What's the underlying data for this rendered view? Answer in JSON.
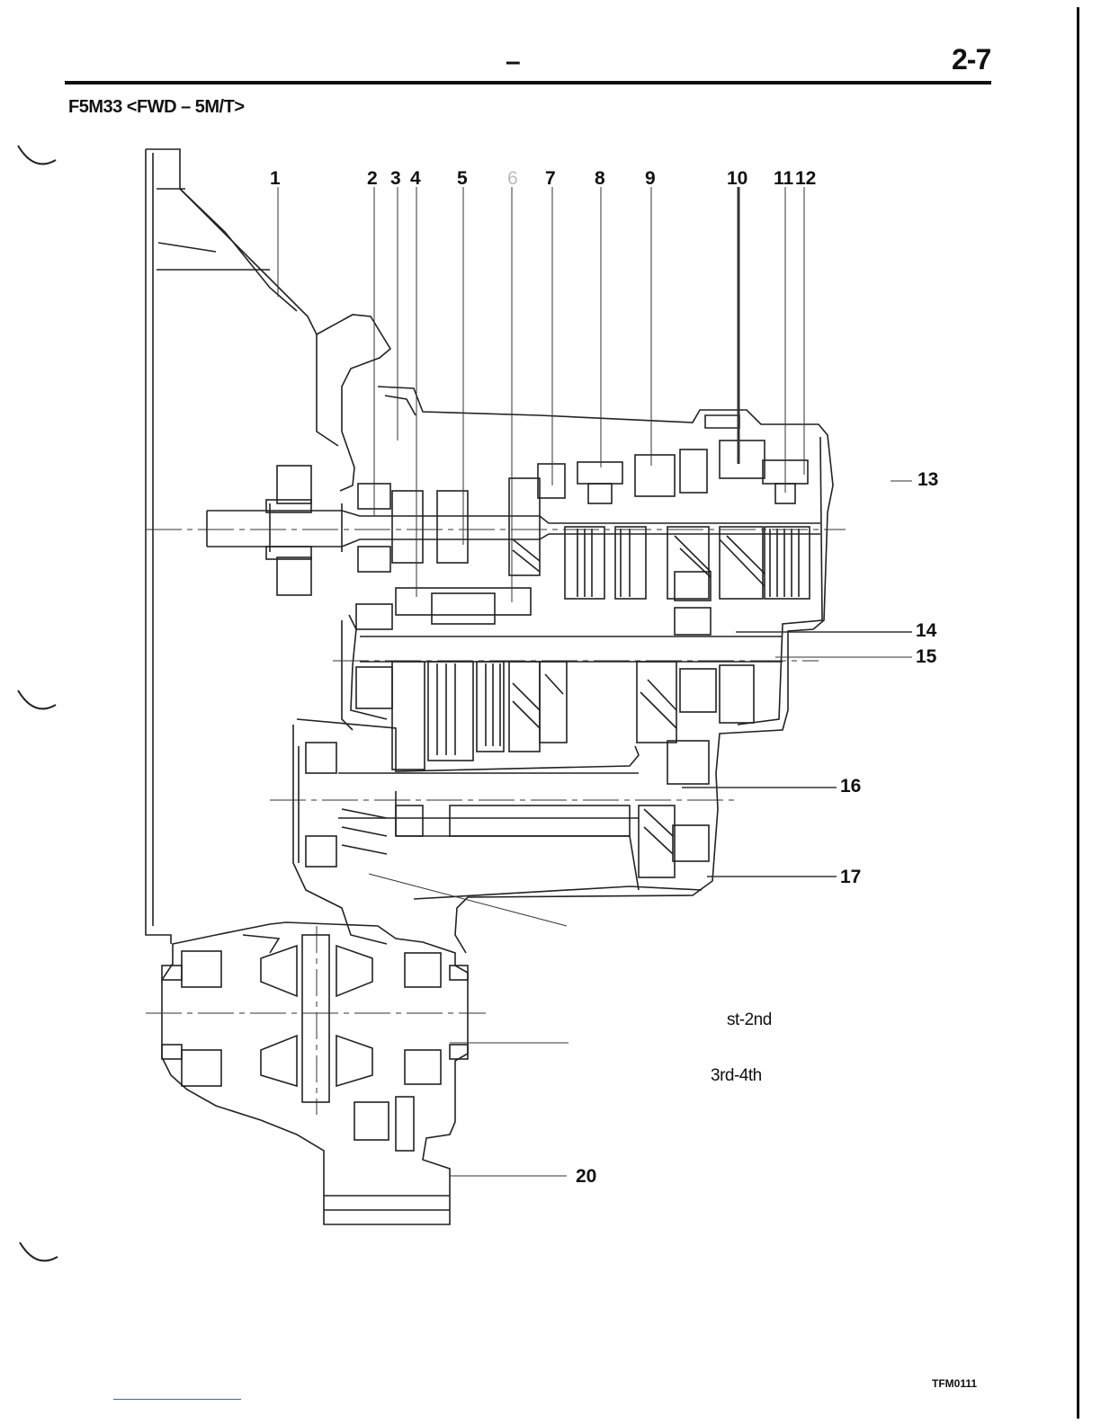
{
  "header": {
    "dash": "–",
    "page_number": "2-7"
  },
  "model_label": "F5M33 <FWD – 5M/T>",
  "callouts": {
    "c1": "1",
    "c2": "2",
    "c3": "3",
    "c4": "4",
    "c5": "5",
    "c6": "6",
    "c7": "7",
    "c8": "8",
    "c9": "9",
    "c10": "10",
    "c11": "11",
    "c12": "12",
    "c13": "13",
    "c14": "14",
    "c15": "15",
    "c16": "16",
    "c17": "17",
    "c20": "20"
  },
  "notes": {
    "first_second": "st-2nd",
    "third_fourth": "3rd-4th"
  },
  "figure_code": "TFM0111"
}
